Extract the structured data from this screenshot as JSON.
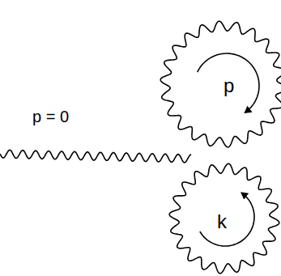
{
  "diagram": {
    "labels": [
      "p = 0",
      "p",
      "k"
    ]
  }
}
